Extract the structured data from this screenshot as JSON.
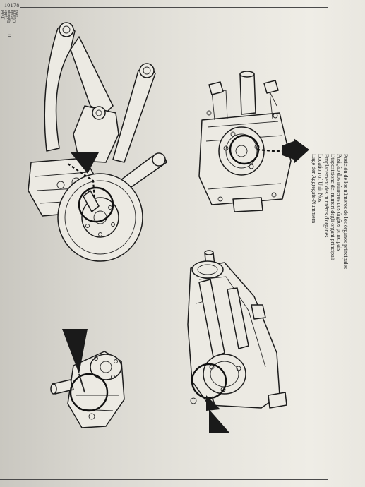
{
  "page": {
    "number": "10178"
  },
  "side_labels": [
    "Tafel",
    "Table",
    "Tableau",
    "Tavola",
    "Quadro",
    "Tabla"
  ],
  "side_roman": "II",
  "captions": [
    "Lage der Aggregate-Nummern",
    "Location of Unit Nos.",
    "Emplacement des numéros d'organes",
    "Disposizione dei numeri degli organi principali",
    "Posição dos números dos órgãos principais",
    "Posición de los números de los órganos principales"
  ]
}
